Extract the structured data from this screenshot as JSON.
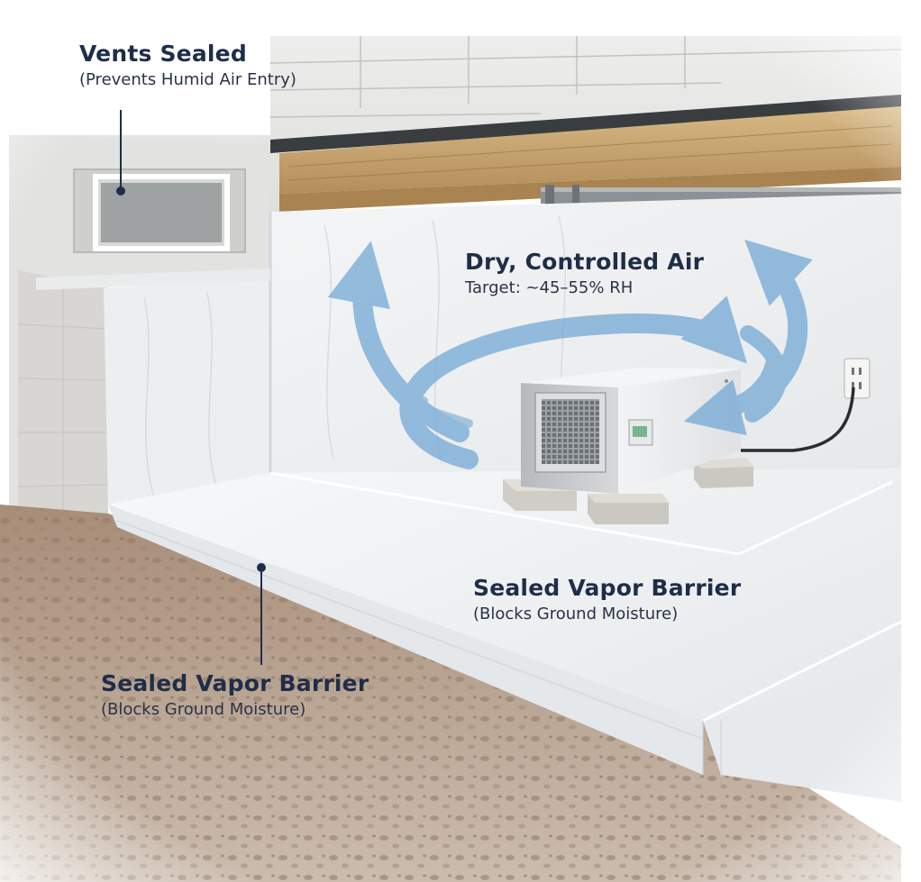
{
  "labels": {
    "vents": {
      "title": "Vents Sealed",
      "subtitle": "(Prevents Humid Air Entry)"
    },
    "air": {
      "title": "Dry, Controlled Air",
      "subtitle": "Target: ~45–55% RH"
    },
    "barrier_floor": {
      "title": "Sealed Vapor Barrier",
      "subtitle": "(Blocks Ground Moisture)"
    },
    "barrier_edge": {
      "title": "Sealed Vapor Barrier",
      "subtitle": "(Blocks Ground Moisture)"
    }
  },
  "colors": {
    "label_text": "#1f2e48",
    "arrow_blue": "#6fa6d4",
    "liner_white": "#f1f3f5",
    "block_wall": "#cfd0cc",
    "joist_wood": "#c9a774",
    "soil": "#b0998a"
  }
}
